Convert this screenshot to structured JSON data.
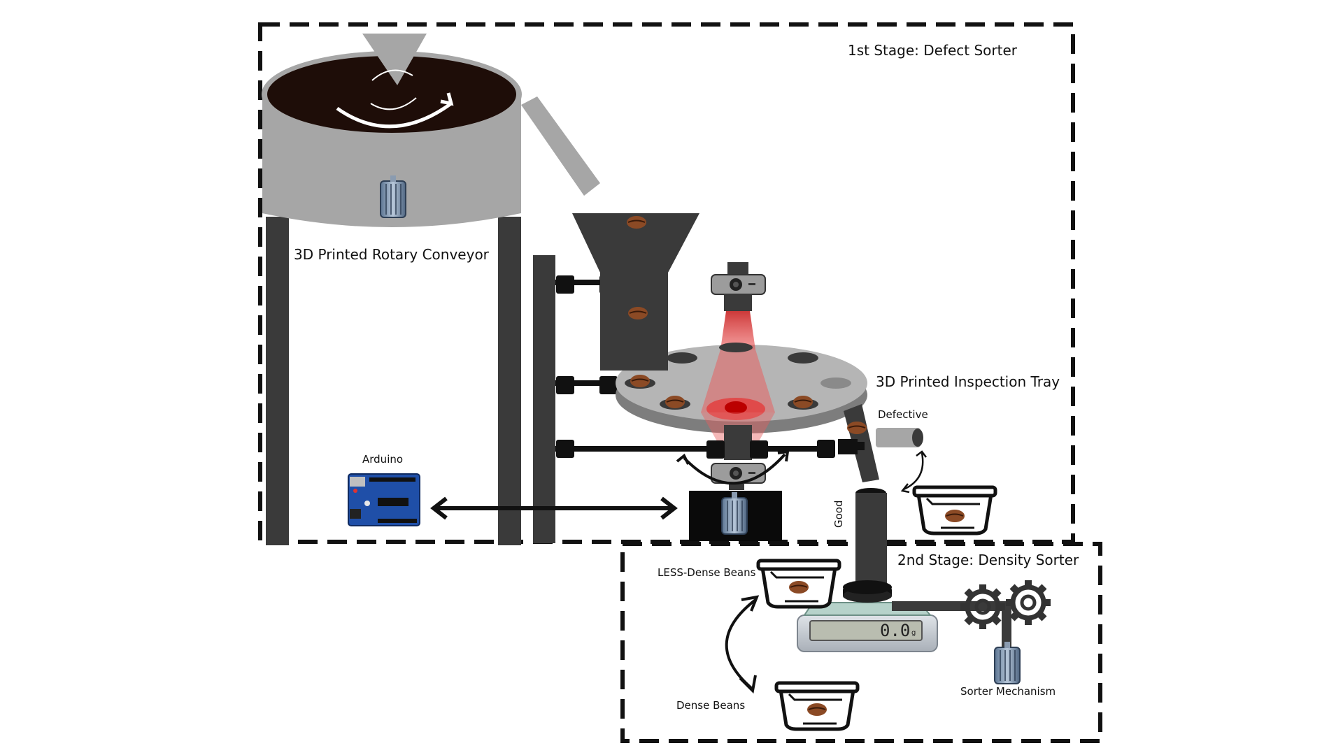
{
  "labels": {
    "stage1": "1st Stage: Defect Sorter",
    "stage2": "2nd Stage: Density Sorter",
    "rotary_conveyor": "3D Printed Rotary Conveyor",
    "inspection_tray": "3D Printed Inspection Tray",
    "arduino": "Arduino",
    "defective": "Defective",
    "good": "Good",
    "less_dense": "LESS-Dense Beans",
    "dense": "Dense Beans",
    "sorter_mechanism": "Sorter Mechanism",
    "scale_reading": "0.0",
    "scale_unit": "g"
  },
  "colors": {
    "dark_gray": "#3a3a3a",
    "hopper_gray": "#a6a6a6",
    "tray_gray": "#b5b5b5",
    "coffee_dark": "#1e0d08",
    "bean_brown": "#8b4a25",
    "laser_red": "#d41f1f",
    "arduino_blue": "#1f4fa8"
  }
}
